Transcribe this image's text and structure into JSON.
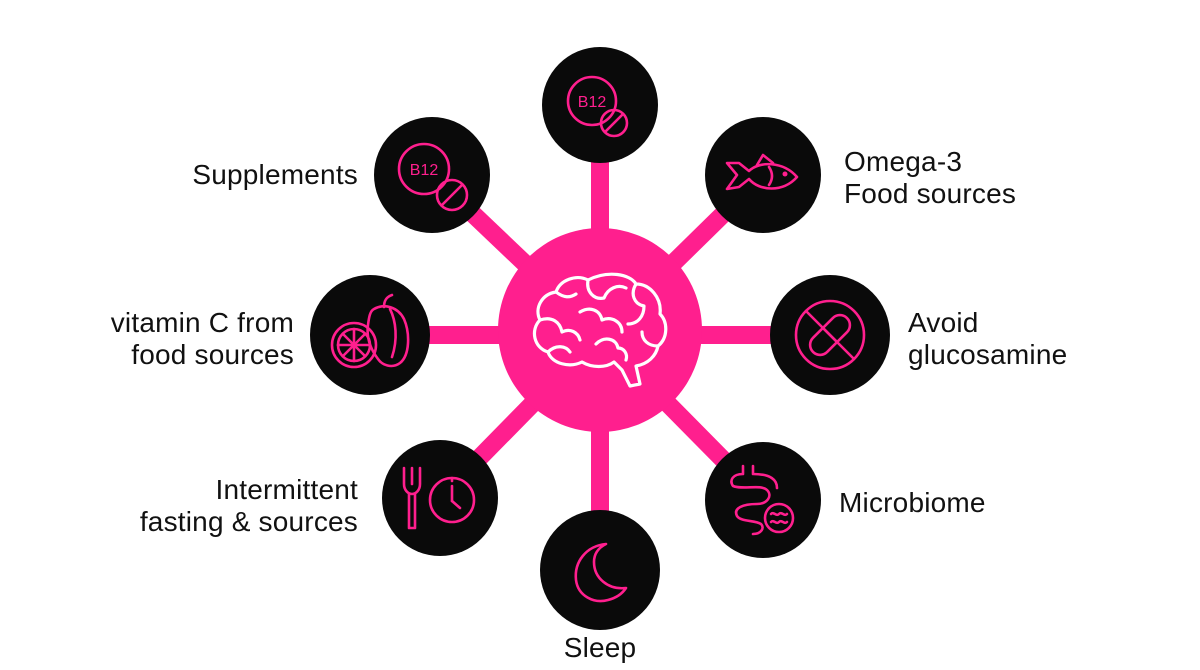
{
  "colors": {
    "accent": "#ff1f8e",
    "node_fill": "#0a0a0a",
    "hub_icon": "#ffffff",
    "text": "#111111",
    "background": "#ffffff"
  },
  "center": {
    "icon": "brain-icon"
  },
  "nodes": [
    {
      "id": "top",
      "icon": "b12-blocked-icon",
      "icon_text": "B12",
      "lines": []
    },
    {
      "id": "supplements",
      "icon": "b12-blocked-icon",
      "icon_text": "B12",
      "lines": [
        "Supplements"
      ]
    },
    {
      "id": "omega3",
      "icon": "fish-icon",
      "lines": [
        "Omega-3",
        "Food sources"
      ]
    },
    {
      "id": "vitamin-c",
      "icon": "citrus-pepper-icon",
      "lines": [
        "vitamin C from",
        "food sources"
      ]
    },
    {
      "id": "glucosamine",
      "icon": "no-pill-icon",
      "lines": [
        "Avoid",
        "glucosamine"
      ]
    },
    {
      "id": "fasting",
      "icon": "fork-clock-icon",
      "lines": [
        "Intermittent",
        "fasting & sources"
      ]
    },
    {
      "id": "microbiome",
      "icon": "gut-icon",
      "lines": [
        "Microbiome"
      ]
    },
    {
      "id": "sleep",
      "icon": "moon-icon",
      "lines": [
        "Sleep"
      ]
    }
  ]
}
